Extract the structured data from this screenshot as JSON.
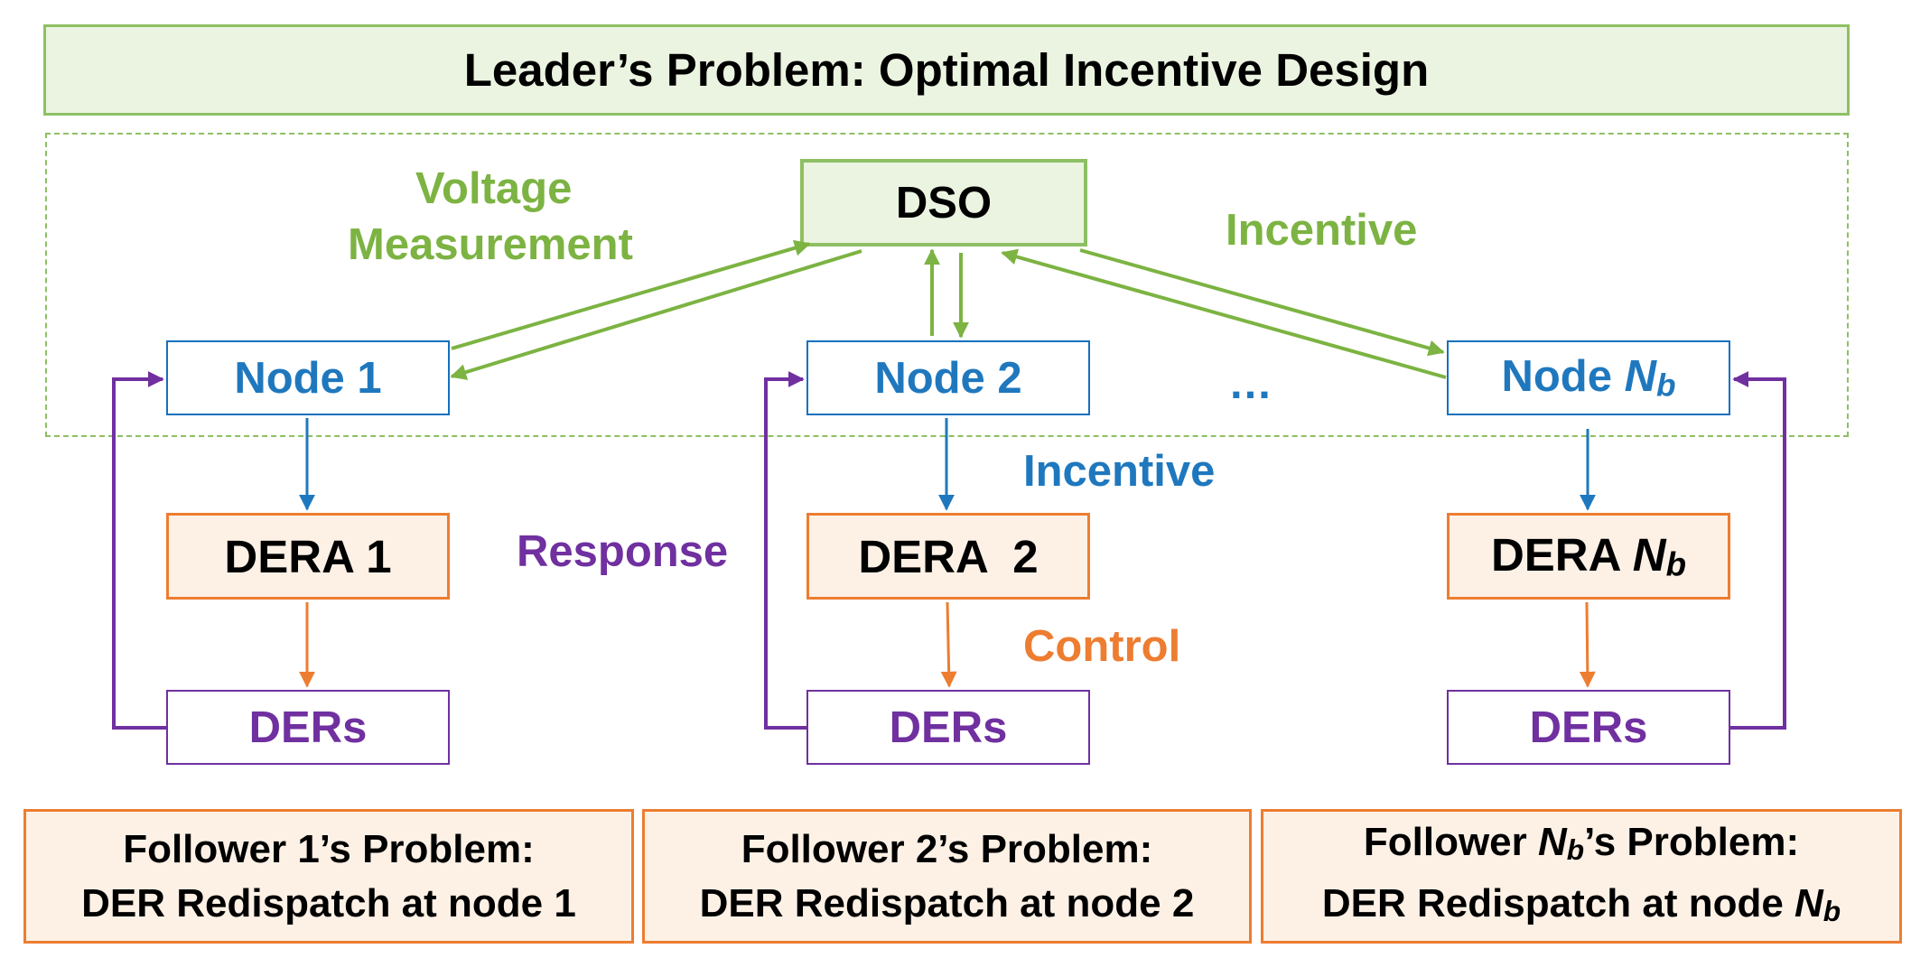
{
  "leader": {
    "title": "Leader’s Problem: Optimal Incentive Design"
  },
  "dso": {
    "label": "DSO"
  },
  "edge_labels": {
    "voltage_line1": "Voltage",
    "voltage_line2": "Measurement",
    "incentive_top": "Incentive",
    "incentive_mid": "Incentive",
    "response": "Response",
    "control": "Control",
    "ellipsis": "…"
  },
  "nodes": [
    {
      "text": "Node 1",
      "prefix": "",
      "sym": ""
    },
    {
      "text": "Node 2",
      "prefix": "",
      "sym": ""
    },
    {
      "text": "",
      "prefix": "Node ",
      "sym": "N",
      "sub": "b"
    }
  ],
  "deras": [
    {
      "text": "DERA 1",
      "prefix": "",
      "sym": ""
    },
    {
      "text": "DERA  2",
      "prefix": "",
      "sym": ""
    },
    {
      "text": "",
      "prefix": "DERA ",
      "sym": "N",
      "sub": "b"
    }
  ],
  "ders": [
    {
      "text": "DERs"
    },
    {
      "text": "DERs"
    },
    {
      "text": "DERs"
    }
  ],
  "followers": [
    {
      "line1_prefix": "Follower 1’s Problem:",
      "line2_prefix": "DER Redispatch at node 1"
    },
    {
      "line1_prefix": "Follower 2’s Problem:",
      "line2_prefix": "DER Redispatch at node 2"
    },
    {
      "line1_prefix": "Follower ",
      "line1_sym": "N",
      "line1_sub": "b",
      "line1_suffix": "’s Problem:",
      "line2_prefix": "DER Redispatch at node ",
      "line2_sym": "N",
      "line2_sub": "b"
    }
  ],
  "colors": {
    "green": "#8dc063",
    "green_text": "#7cb342",
    "blue": "#1f78be",
    "orange": "#ed7d31",
    "purple": "#7030a0",
    "green_fill": "#ebf4e1",
    "orange_fill": "#fdf1e6"
  }
}
